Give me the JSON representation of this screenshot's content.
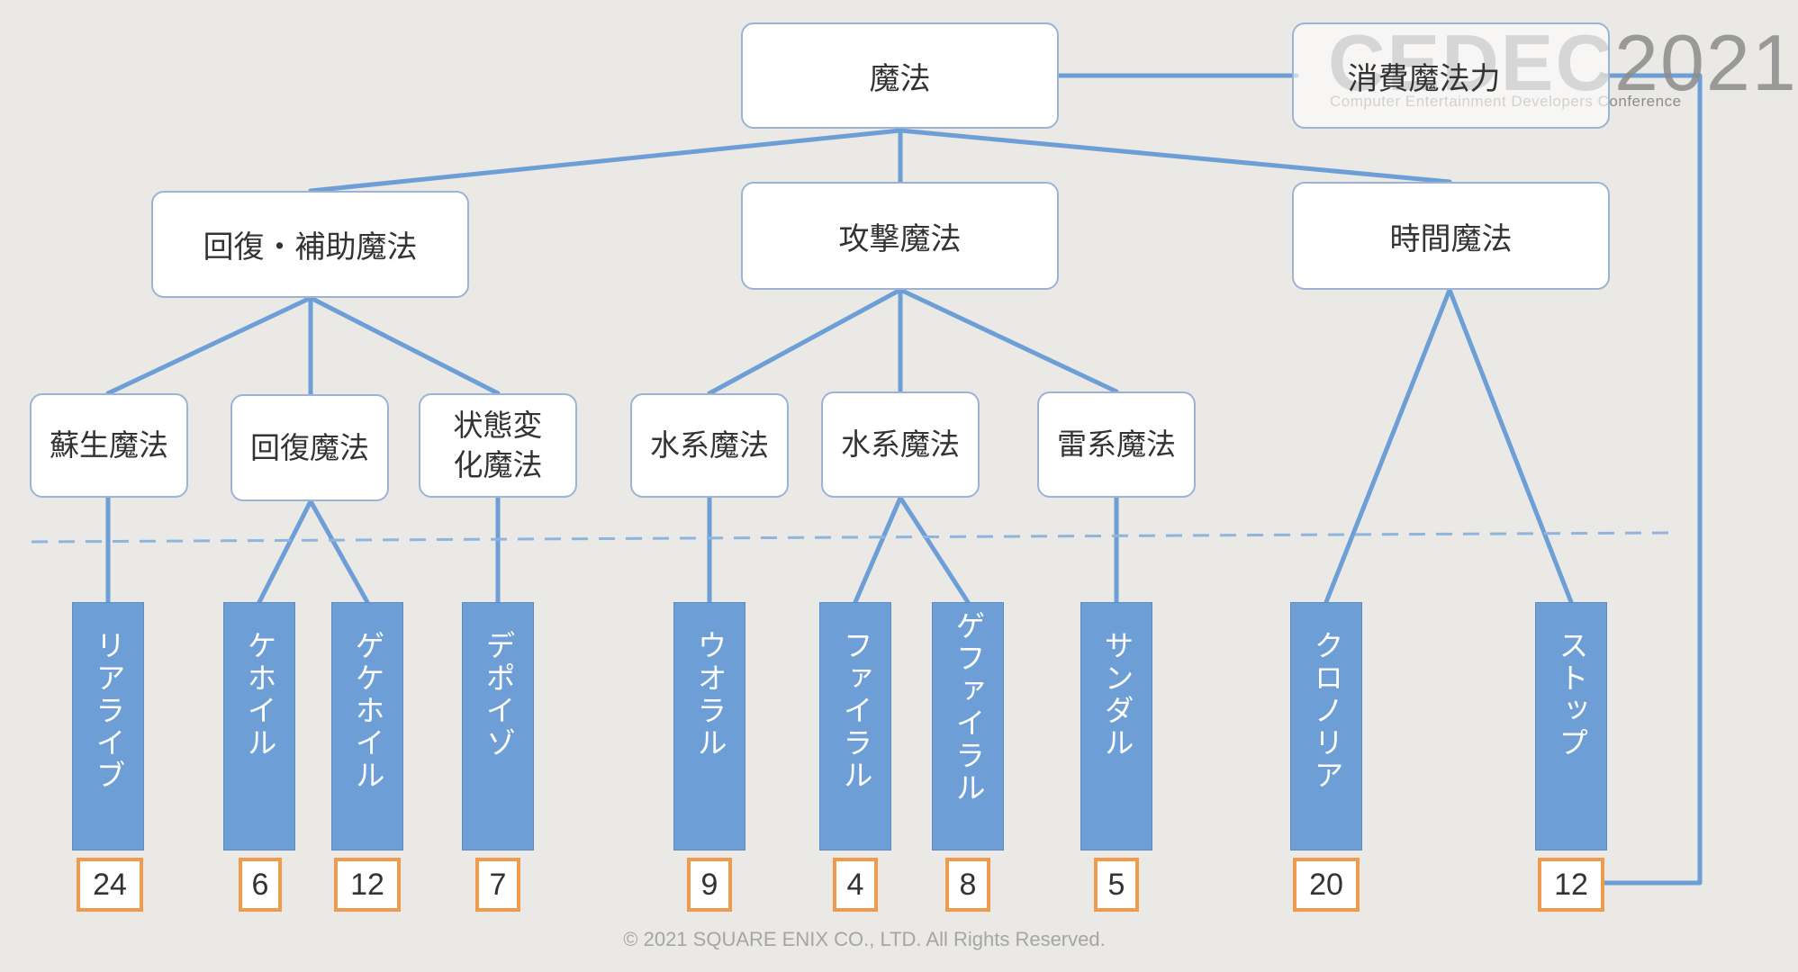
{
  "diagram": {
    "root": {
      "label": "魔法"
    },
    "cost_label": {
      "label": "消費魔法力"
    },
    "categories": [
      {
        "label": "回復・補助魔法"
      },
      {
        "label": "攻撃魔法"
      },
      {
        "label": "時間魔法"
      }
    ],
    "subcategories": [
      {
        "label": "蘇生魔法"
      },
      {
        "label": "回復魔法"
      },
      {
        "label": "状態変化魔法"
      },
      {
        "label": "水系魔法"
      },
      {
        "label": "水系魔法"
      },
      {
        "label": "雷系魔法"
      }
    ],
    "spells": [
      {
        "name": "リアライブ",
        "cost": "24"
      },
      {
        "name": "ケホイル",
        "cost": "6"
      },
      {
        "name": "ゲケホイル",
        "cost": "12"
      },
      {
        "name": "デポイゾ",
        "cost": "7"
      },
      {
        "name": "ウオラル",
        "cost": "9"
      },
      {
        "name": "ファイラル",
        "cost": "4"
      },
      {
        "name": "ゲファイラル",
        "cost": "8"
      },
      {
        "name": "サンダル",
        "cost": "5"
      },
      {
        "name": "クロノリア",
        "cost": "20"
      },
      {
        "name": "ストップ",
        "cost": "12"
      }
    ],
    "colors": {
      "connector": "#6d9fd6",
      "spell_fill": "#6d9fd6",
      "cost_border": "#ef9b4e",
      "node_border": "#9db3d3",
      "divider": "#8fb4de"
    }
  },
  "logo": {
    "main_bold": "CEDEC",
    "main_light": "2021",
    "sub": "Computer Entertainment Developers Conference"
  },
  "footer": {
    "copyright": "© 2021 SQUARE ENIX CO., LTD. All Rights Reserved."
  }
}
